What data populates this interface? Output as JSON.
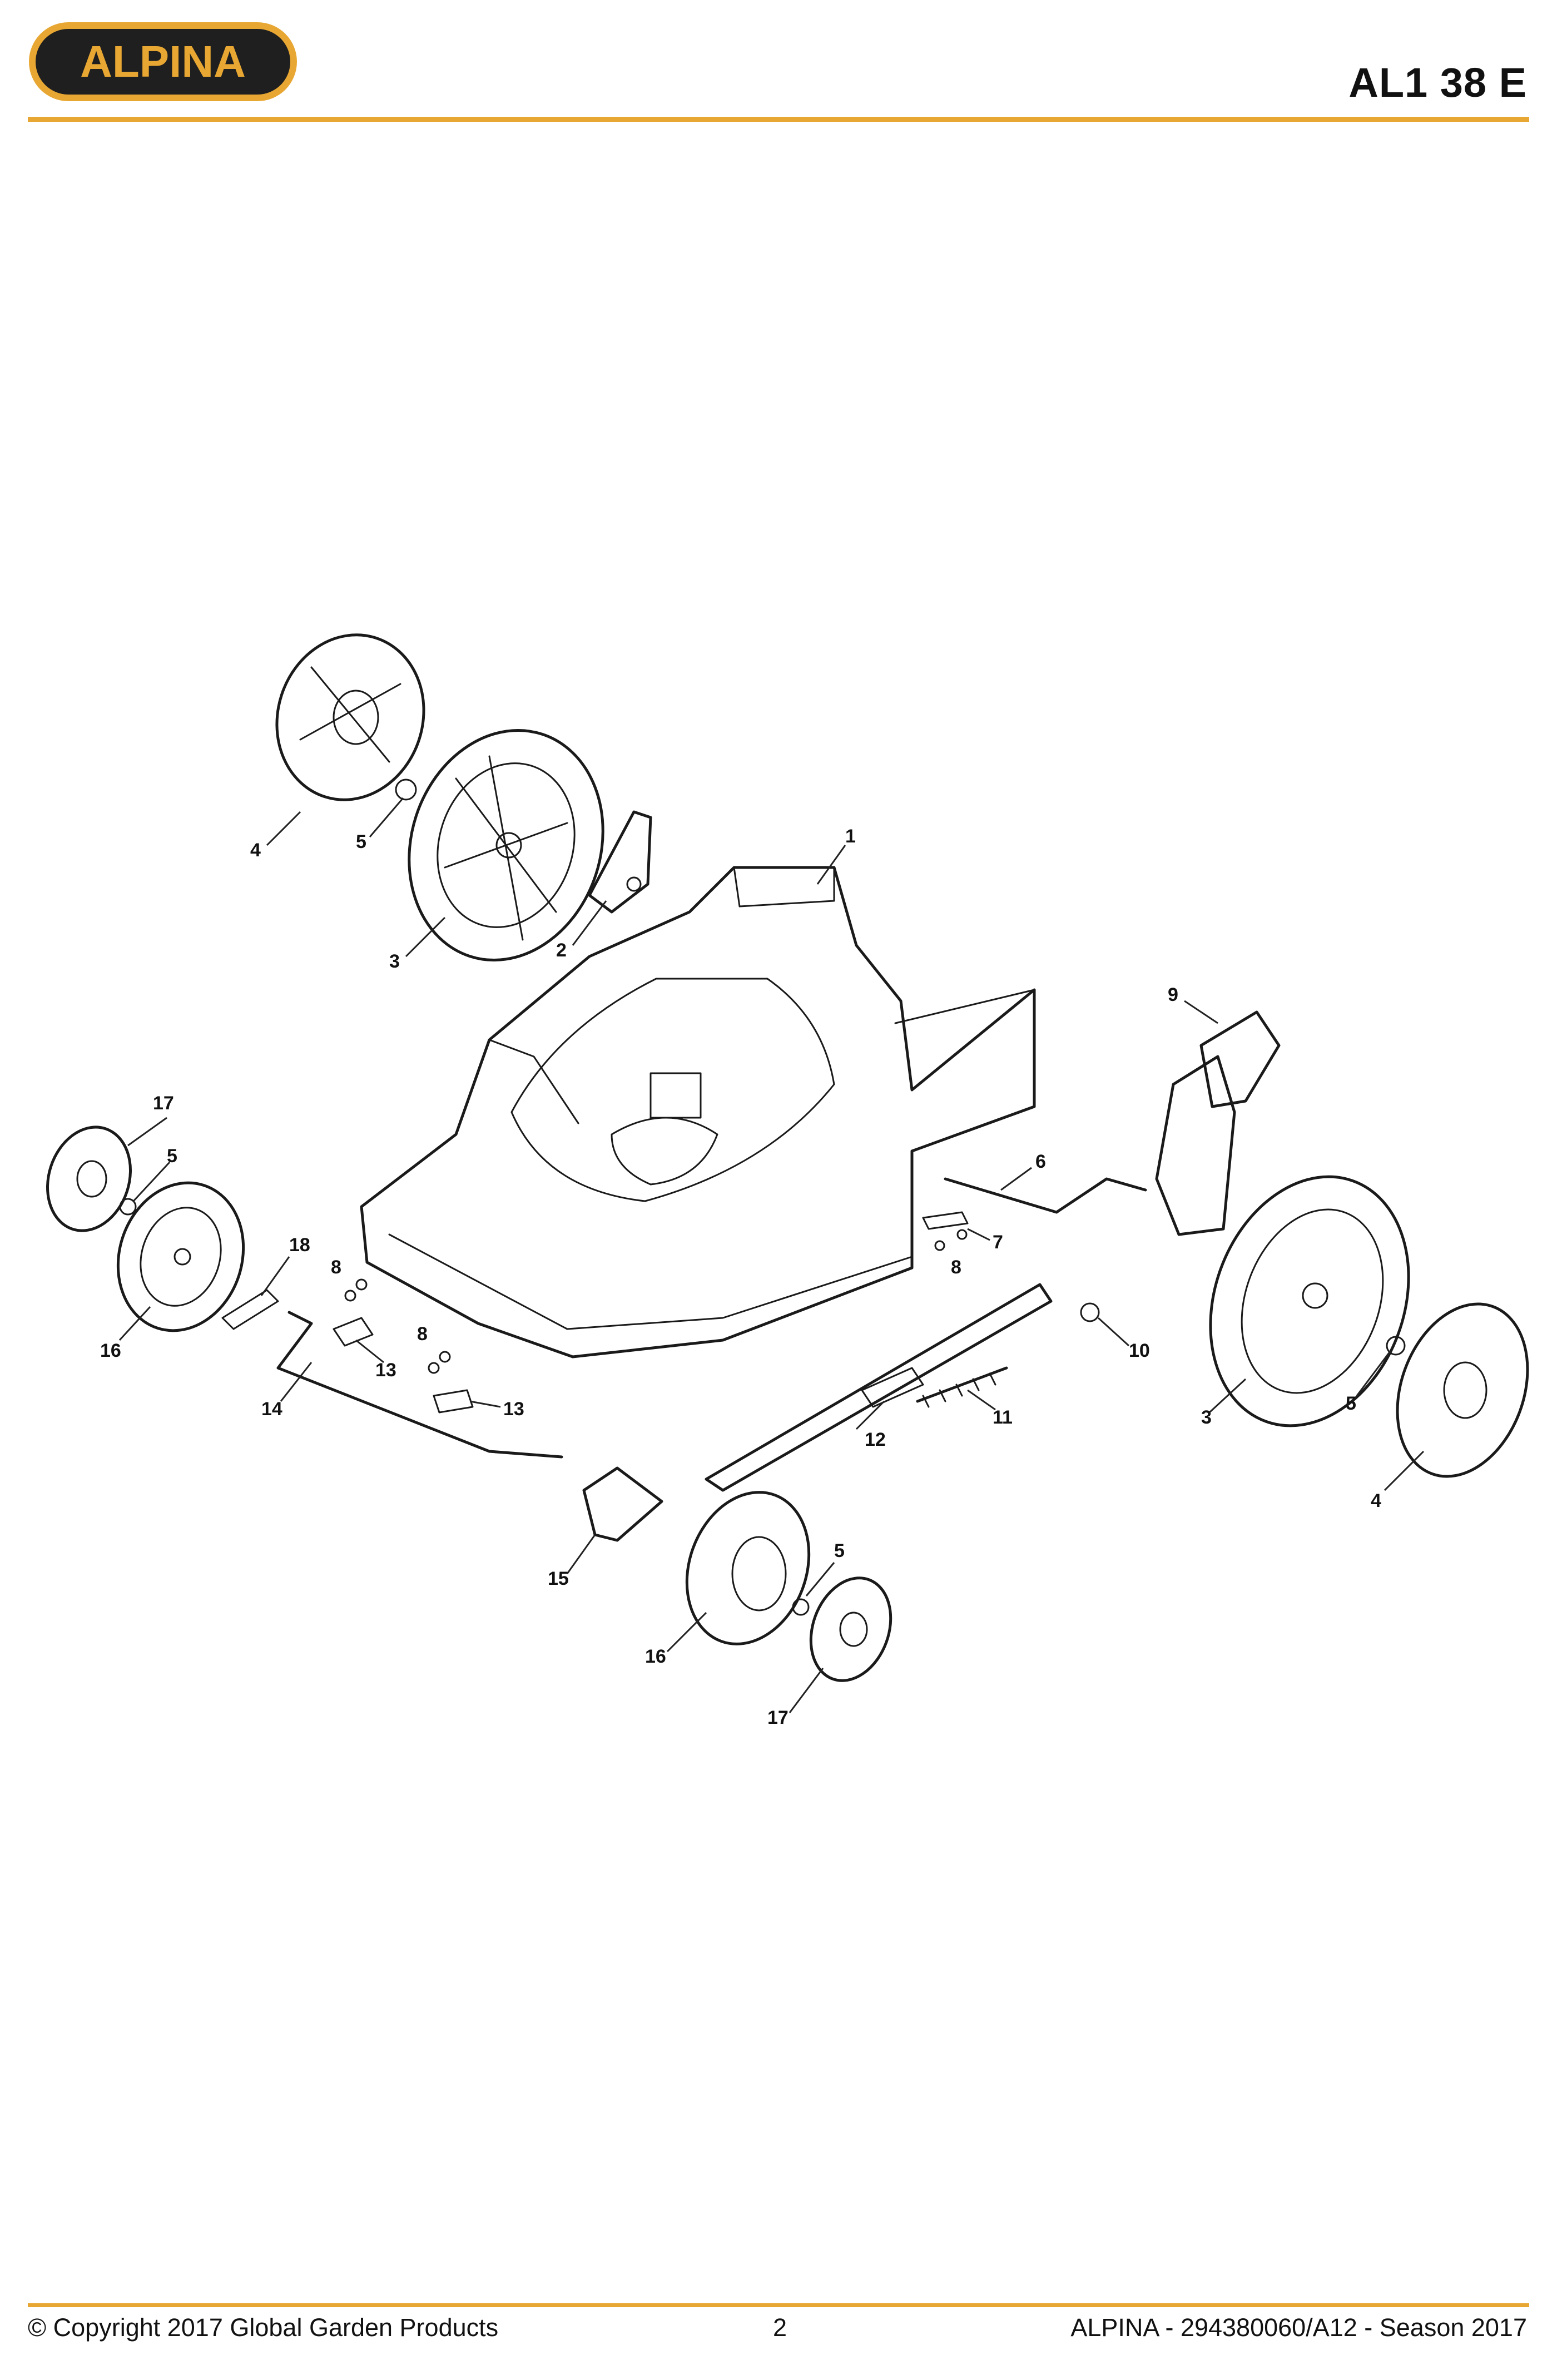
{
  "header": {
    "brand": "ALPINA",
    "model": "AL1 38 E"
  },
  "colors": {
    "accent": "#e8a732",
    "logo_bg": "#1f1f1f",
    "text": "#111111"
  },
  "diagram": {
    "callouts": [
      "1",
      "2",
      "3",
      "4",
      "5",
      "3",
      "4",
      "5",
      "6",
      "7",
      "8",
      "9",
      "10",
      "11",
      "12",
      "13",
      "13",
      "14",
      "15",
      "16",
      "5",
      "17",
      "17",
      "5",
      "16",
      "18",
      "8",
      "8"
    ]
  },
  "footer": {
    "copyright": "© Copyright 2017 Global Garden Products",
    "page_number": "2",
    "reference": "ALPINA - 294380060/A12 - Season 2017"
  }
}
